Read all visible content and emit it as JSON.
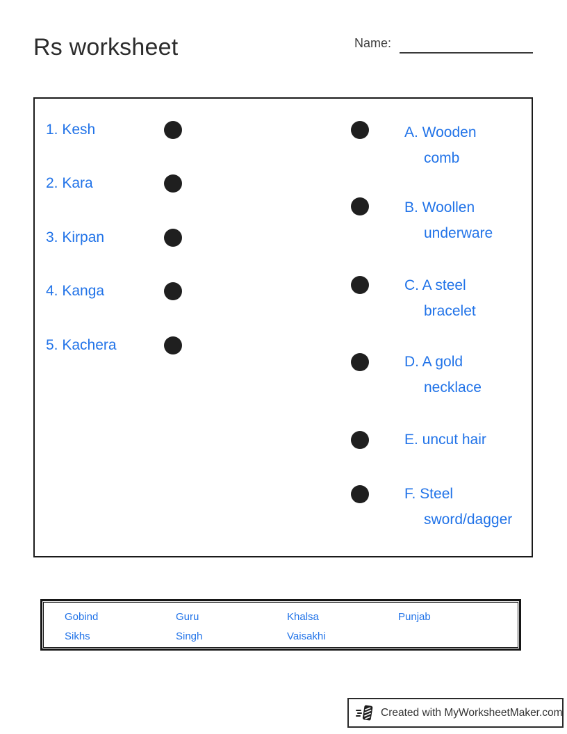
{
  "page_title": "Rs worksheet",
  "name_field": {
    "label": "Name:"
  },
  "matching": {
    "left_items": [
      "1. Kesh",
      "2. Kara",
      "3. Kirpan",
      "4. Kanga",
      "5. Kachera"
    ],
    "right_items": [
      "A. Wooden comb",
      "B. Woollen underware",
      "C. A steel bracelet",
      "D. A gold necklace",
      "E. uncut hair",
      "F. Steel sword/dagger"
    ]
  },
  "word_bank": {
    "row1": [
      "Gobind",
      "Guru",
      "Khalsa",
      "Punjab"
    ],
    "row2": [
      "Sikhs",
      "Singh",
      "Vaisakhi"
    ]
  },
  "footer": {
    "credit": "Created with MyWorksheetMaker.com",
    "logo_icon": "worksheet-maker-logo"
  },
  "colors": {
    "accent_blue": "#2173e8",
    "dot_black": "#1f1f1f",
    "border_black": "#1a1a1a",
    "text_dark": "#2c2c2c"
  }
}
